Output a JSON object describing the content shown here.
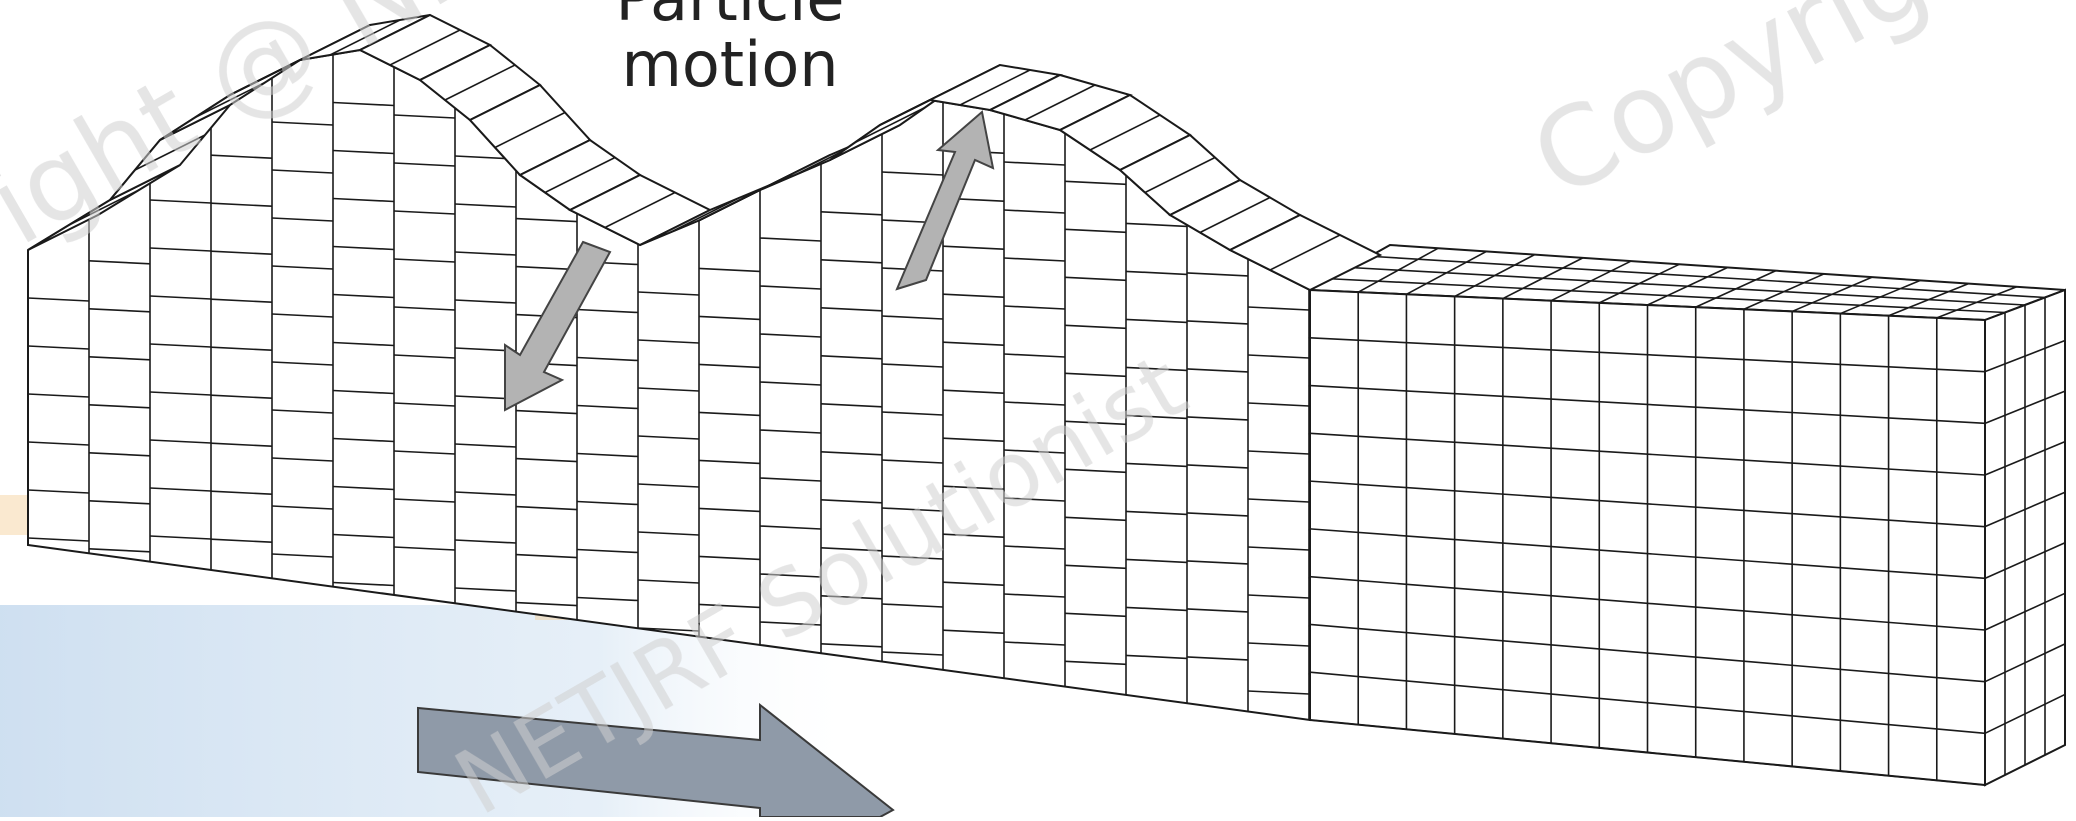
{
  "diagram": {
    "label_partial": "Particle",
    "label_main": "motion",
    "watermarks": [
      "Copyright @ NETJRF",
      "NETJRF Solutionist"
    ]
  },
  "colors": {
    "background": "#ffffff",
    "grid_line": "#1a1a1a",
    "cube_face": "#ffffff",
    "particle_arrow": "#b3b3b3",
    "propagation_arrow": "#8f9aa8",
    "blue_overlay": "#c9dcef",
    "orange_overlay": "#f4cf97",
    "watermark": "#d0d0d0"
  }
}
